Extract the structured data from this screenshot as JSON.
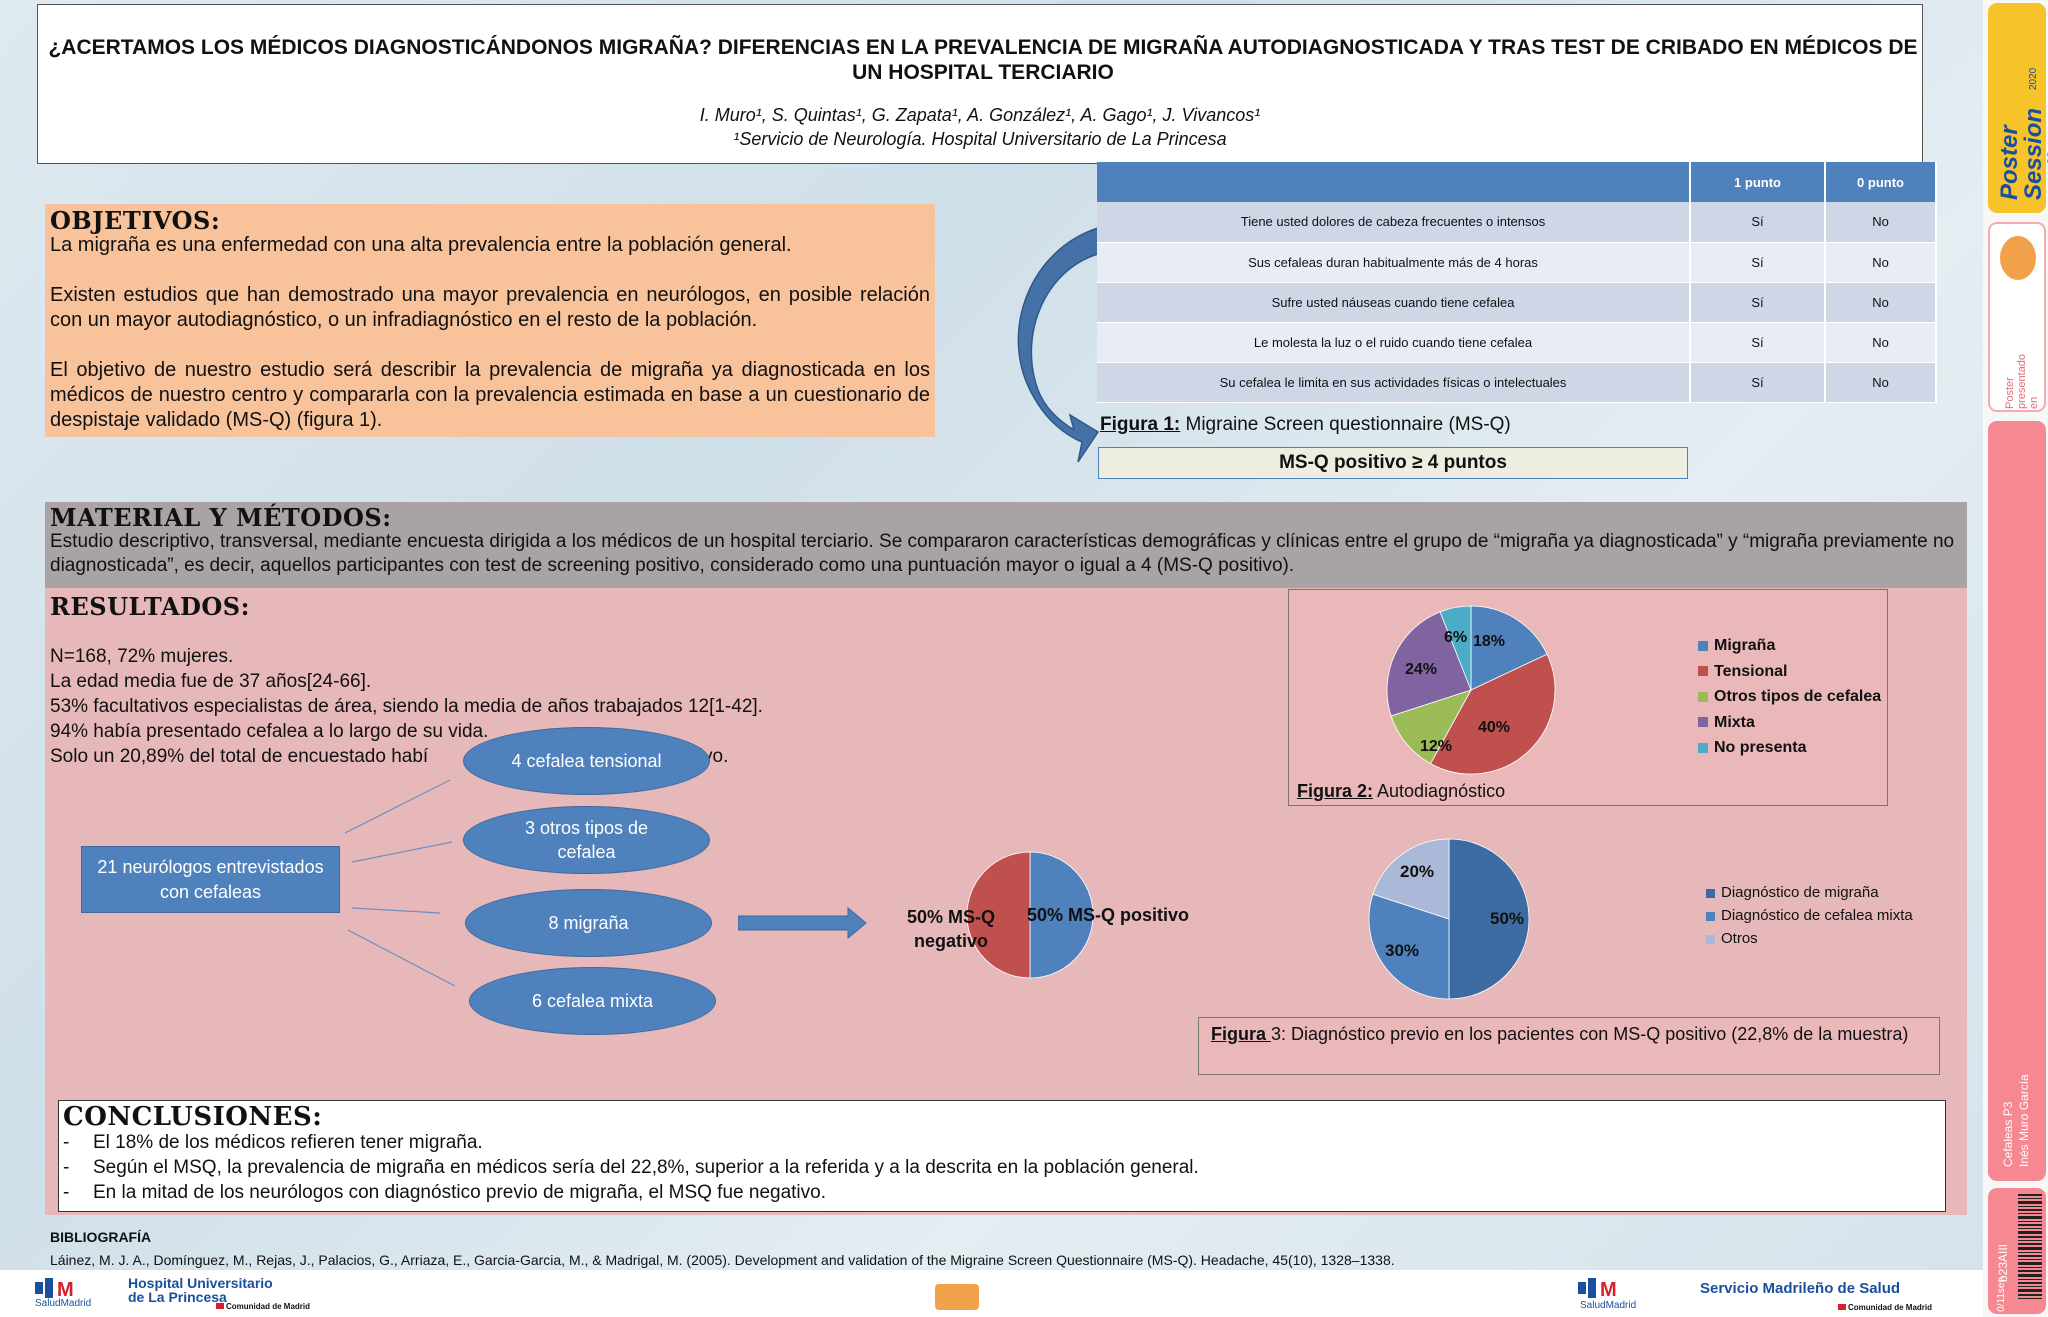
{
  "header": {
    "title": "¿ACERTAMOS LOS MÉDICOS DIAGNOSTICÁNDONOS MIGRAÑA? DIFERENCIAS EN LA PREVALENCIA DE MIGRAÑA AUTODIAGNOSTICADA Y TRAS TEST DE CRIBADO EN MÉDICOS DE UN HOSPITAL TERCIARIO",
    "authors": "I. Muro¹, S. Quintas¹, G. Zapata¹, A. González¹, A. Gago¹, J. Vivancos¹",
    "affiliation": "¹Servicio de Neurología. Hospital Universitario de La Princesa"
  },
  "objetivos": {
    "heading": "OBJETIVOS:",
    "p1": "La migraña es una enfermedad con una alta prevalencia entre la población general.",
    "p2": "Existen estudios que han demostrado una mayor prevalencia en neurólogos, en posible relación con un mayor autodiagnóstico, o un infradiagnóstico en el resto de la población.",
    "p3": "El objetivo de nuestro estudio será describir la prevalencia de migraña ya diagnosticada en los médicos de nuestro centro y compararla con la prevalencia estimada en base a un cuestionario de despistaje validado (MS-Q) (figura 1)."
  },
  "msq_table": {
    "col_1": "1 punto",
    "col_0": "0 punto",
    "rows": [
      {
        "q": "Tiene usted dolores de cabeza frecuentes o intensos",
        "a": "Sí",
        "b": "No"
      },
      {
        "q": "Sus cefaleas duran habitualmente más de 4 horas",
        "a": "Sí",
        "b": "No"
      },
      {
        "q": "Sufre usted náuseas cuando tiene cefalea",
        "a": "Sí",
        "b": "No"
      },
      {
        "q": "Le molesta la luz o el ruido cuando tiene cefalea",
        "a": "Sí",
        "b": "No"
      },
      {
        "q": "Su cefalea le limita en sus actividades físicas o intelectuales",
        "a": "Sí",
        "b": "No"
      }
    ]
  },
  "fig1": {
    "label": "Figura 1:",
    "caption": " Migraine Screen questionnaire (MS-Q)",
    "box": "MS-Q positivo ≥ 4 puntos"
  },
  "material": {
    "heading": "MATERIAL Y MÉTODOS:",
    "text": "Estudio descriptivo, transversal, mediante encuesta dirigida a los médicos de un hospital terciario. Se compararon características demográficas y clínicas entre el grupo de “migraña ya diagnosticada” y “migraña previamente no diagnosticada”, es decir, aquellos participantes con test de screening positivo, considerado como una puntuación mayor o igual a 4 (MS-Q positivo)."
  },
  "resultados": {
    "heading": "RESULTADOS:",
    "l1": "N=168, 72% mujeres.",
    "l2": "La edad media fue de 37 años[24-66].",
    "l3": "53% facultativos especialistas de área, siendo la media de años trabajados 12[1-42].",
    "l4": "94% había presentado cefalea a lo largo de su vida.",
    "l5a": "Solo un 20,89% del total de encuestado habí",
    "l5b": "por este motivo."
  },
  "flow": {
    "source": "21 neurólogos entrevistados con cefaleas",
    "n1": "4 cefalea tensional",
    "n2": "3 otros tipos de cefalea",
    "n3": "8 migraña",
    "n4": "6 cefalea mixta",
    "neg_label": "50% MS-Q negativo",
    "pos_label": "50% MS-Q positivo"
  },
  "fig2": {
    "label": "Figura 2:",
    "caption": " Autodiagnóstico"
  },
  "fig3": {
    "label": "Figura ",
    "caption": "3: Diagnóstico previo en los pacientes con MS-Q positivo (22,8% de la muestra)"
  },
  "chart_data": [
    {
      "type": "pie",
      "title": "",
      "categories": [
        "Migraña",
        "Tensional",
        "Otros tipos de cefalea",
        "Mixta",
        "No presenta"
      ],
      "values": [
        18,
        40,
        12,
        24,
        6
      ],
      "labels": [
        "18%",
        "40%",
        "12%",
        "24%",
        "6%"
      ],
      "colors": [
        "#4f81bd",
        "#c0504d",
        "#9bbb59",
        "#8064a2",
        "#4bacc6"
      ],
      "legend": "right"
    },
    {
      "type": "pie",
      "title": "",
      "categories": [
        "Diagnóstico de migraña",
        "Diagnóstico de cefalea mixta",
        "Otros"
      ],
      "values": [
        50,
        30,
        20
      ],
      "labels": [
        "50%",
        "30%",
        "20%"
      ],
      "colors": [
        "#3c6ba2",
        "#4f81bd",
        "#aab9d8"
      ],
      "legend": "right"
    },
    {
      "type": "pie",
      "title": "",
      "categories": [
        "MS-Q positivo",
        "MS-Q negativo"
      ],
      "values": [
        50,
        50
      ],
      "labels": [
        "50% MS-Q positivo",
        "50% MS-Q negativo"
      ],
      "colors": [
        "#4f81bd",
        "#c0504d"
      ]
    }
  ],
  "conclusiones": {
    "heading": "CONCLUSIONES:",
    "items": [
      "El 18% de los médicos refieren tener migraña.",
      "Según el MSQ, la prevalencia de migraña en médicos sería del 22,8%, superior a la referida y a la descrita en la población general.",
      "En la mitad de los neurólogos con diagnóstico previo de migraña, el MSQ fue negativo."
    ]
  },
  "bibliografia": {
    "heading": "BIBLIOGRAFÍA",
    "ref": "Láinez, M. J. A., Domínguez, M., Rejas, J., Palacios, G., Arriaza, E., Garcia-Garcia, M., & Madrigal, M. (2005). Development and validation of the Migraine Screen Questionnaire (MS-Q). Headache, 45(10), 1328–1338."
  },
  "sidebar": {
    "brand": "Poster Session Online",
    "brand_year": "2020",
    "presented": "Poster presentado en",
    "session": "Cefaleas P3",
    "author": "Inés Muro García",
    "code": "b23AIII",
    "code2": "0/11sen"
  },
  "footer": {
    "hospital_line1": "Hospital Universitario",
    "hospital_line2": "de La Princesa",
    "salud": "SaludMadrid",
    "comunidad": "Comunidad de Madrid",
    "servicio": "Servicio Madrileño de Salud"
  },
  "colors": {
    "objetivos_bg": "#f8c29b",
    "material_bg": "#a9a3a6",
    "resultados_bg": "#e6b8b9",
    "table_head": "#4f81bd",
    "flow_blue": "#4f81bd"
  }
}
